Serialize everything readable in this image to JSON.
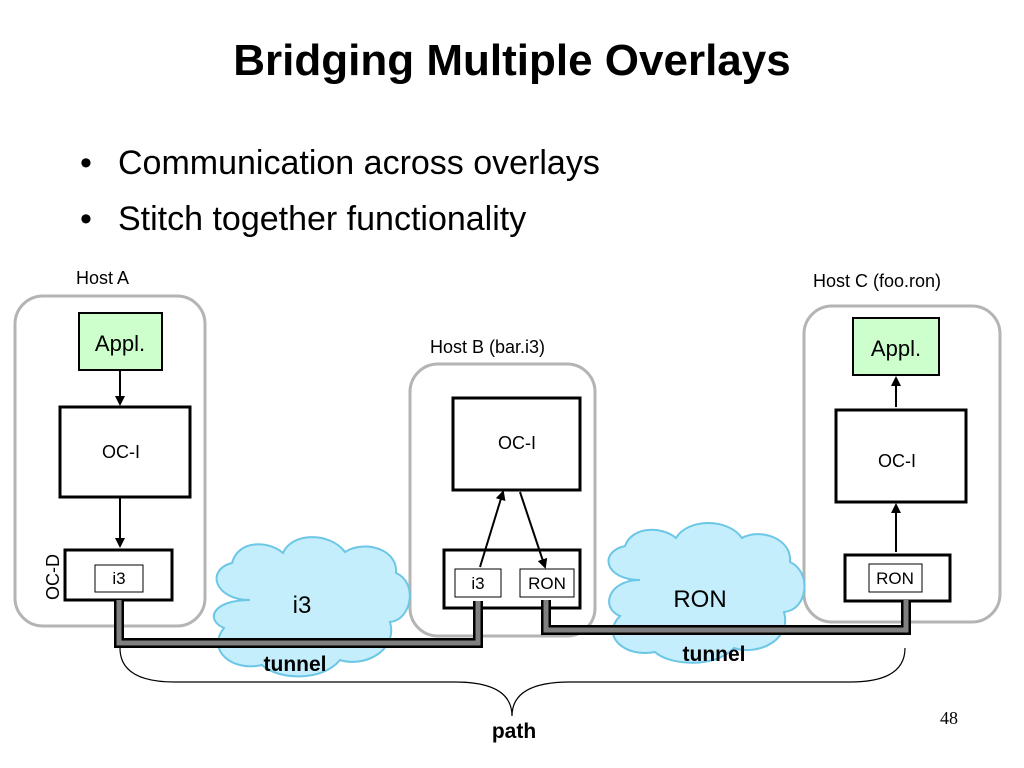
{
  "slide": {
    "title": "Bridging Multiple Overlays",
    "bullets": [
      "Communication across overlays",
      "Stitch together functionality"
    ],
    "page_number": "48"
  },
  "diagram": {
    "hosts": {
      "a": {
        "label": "Host A",
        "app": "Appl.",
        "layer": "OC-I",
        "transport": "i3",
        "side_label": "OC-D"
      },
      "b": {
        "label": "Host B (bar.i3)",
        "layer": "OC-I",
        "transport_left": "i3",
        "transport_right": "RON"
      },
      "c": {
        "label": "Host C (foo.ron)",
        "app": "Appl.",
        "layer": "OC-I",
        "transport": "RON"
      }
    },
    "clouds": {
      "i3": "i3",
      "ron": "RON"
    },
    "tunnel_label": "tunnel",
    "path_label": "path"
  },
  "colors": {
    "app_fill": "#ccffcc",
    "cloud_fill": "#c4eefb",
    "cloud_stroke": "#6cc6e6",
    "host_border": "#b4b4b4",
    "tunnel": "#808080"
  }
}
